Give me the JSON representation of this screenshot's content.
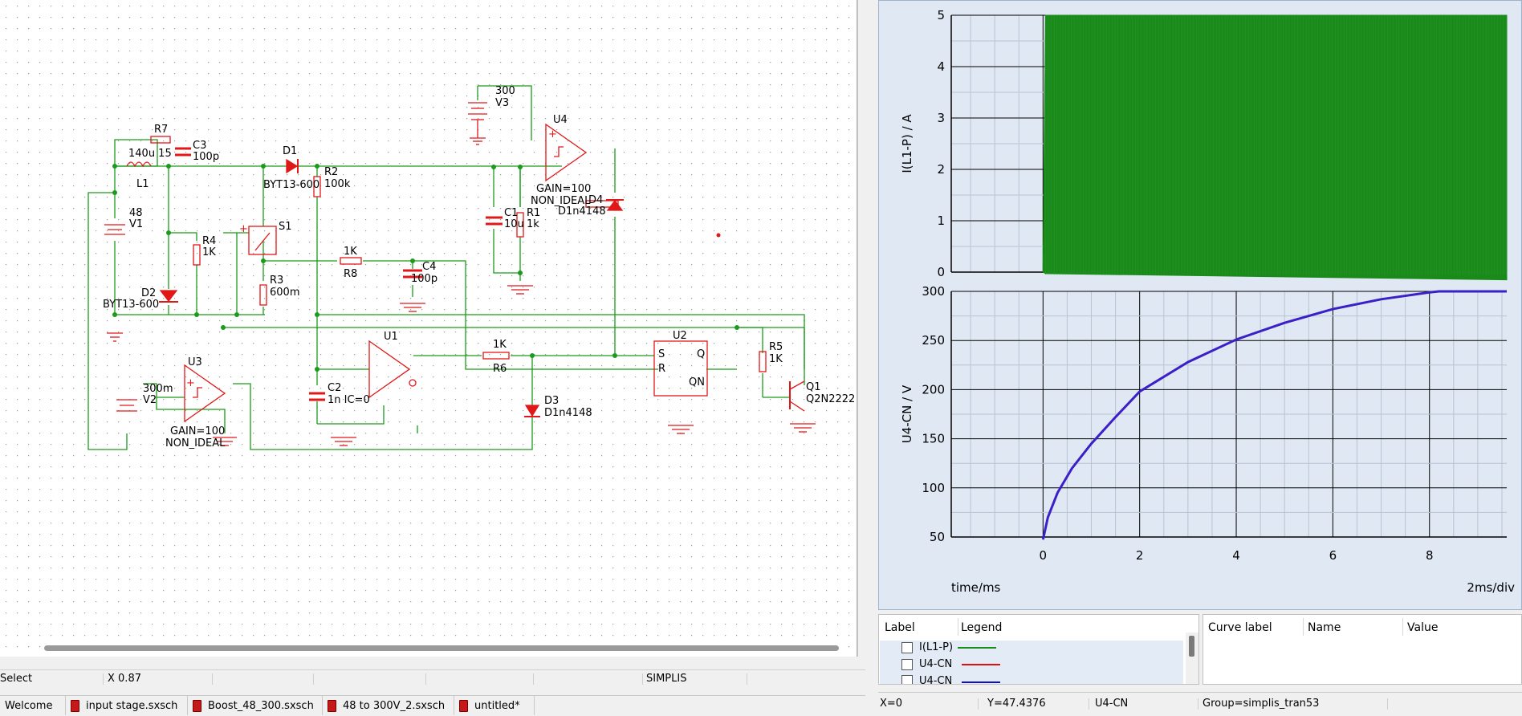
{
  "schematic": {
    "components": [
      {
        "ref": "R7",
        "value": ""
      },
      {
        "ref": "C3",
        "value": "100p"
      },
      {
        "ref": "L1",
        "value": "140u 15"
      },
      {
        "ref": "D1",
        "value": "BYT13-600"
      },
      {
        "ref": "R2",
        "value": "100k"
      },
      {
        "ref": "V3",
        "value": "300"
      },
      {
        "ref": "U4",
        "value": "GAIN=100",
        "value2": "NON_IDEAL"
      },
      {
        "ref": "D4",
        "value": "D1n4148"
      },
      {
        "ref": "C1",
        "value": "10u"
      },
      {
        "ref": "R1",
        "value": "1k"
      },
      {
        "ref": "V1",
        "value": "48"
      },
      {
        "ref": "S1",
        "value": ""
      },
      {
        "ref": "R4",
        "value": "1K"
      },
      {
        "ref": "R3",
        "value": "600m"
      },
      {
        "ref": "R8",
        "value": "1K"
      },
      {
        "ref": "C4",
        "value": "100p"
      },
      {
        "ref": "D2",
        "value": "BYT13-600"
      },
      {
        "ref": "U1",
        "value": ""
      },
      {
        "ref": "R6",
        "value": "1K"
      },
      {
        "ref": "U2",
        "value": ""
      },
      {
        "ref": "R5",
        "value": "1K"
      },
      {
        "ref": "Q1",
        "value": "Q2N2222"
      },
      {
        "ref": "U3",
        "value": "GAIN=100",
        "value2": "NON_IDEAL"
      },
      {
        "ref": "V2",
        "value": "300m"
      },
      {
        "ref": "C2",
        "value": "1n IC=0"
      },
      {
        "ref": "D3",
        "value": "D1n4148"
      }
    ],
    "pins": {
      "s": "S",
      "r": "R",
      "q": "Q",
      "qn": "QN",
      "plus": "+"
    }
  },
  "status_left": {
    "mode": "Select",
    "x_readout": "X 0.87",
    "simulator": "SIMPLIS"
  },
  "tabs": [
    {
      "label": "Welcome"
    },
    {
      "label": "input stage.sxsch"
    },
    {
      "label": "Boost_48_300.sxsch"
    },
    {
      "label": "48 to 300V_2.sxsch"
    },
    {
      "label": "untitled*"
    }
  ],
  "chart_data": [
    {
      "type": "area",
      "ylabel": "I(L1-P) / A",
      "xlim": [
        -1.9,
        9.6
      ],
      "ylim": [
        0,
        5
      ],
      "yticks": [
        "0",
        "1",
        "2",
        "3",
        "4",
        "5"
      ],
      "series": [
        {
          "name": "I(L1-P)",
          "color": "#1a8a1a",
          "x": [
            0,
            0.05,
            9.6
          ],
          "y_min": [
            0,
            -0.03,
            -0.15
          ],
          "y_max": [
            0,
            5,
            5
          ]
        }
      ]
    },
    {
      "type": "line",
      "ylabel": "U4-CN / V",
      "xlabel": "time/ms",
      "x_div": "2ms/div",
      "xlim": [
        -1.9,
        9.6
      ],
      "ylim": [
        50,
        300
      ],
      "xticks": [
        "0",
        "2",
        "4",
        "6",
        "8"
      ],
      "yticks": [
        "50",
        "100",
        "150",
        "200",
        "250",
        "300"
      ],
      "series": [
        {
          "name": "U4-CN",
          "color": "#3b20c8",
          "x": [
            0,
            0.1,
            0.3,
            0.6,
            1,
            1.5,
            2,
            3,
            4,
            5,
            6,
            7,
            8,
            8.2,
            9.6
          ],
          "y": [
            47.4,
            70,
            95,
            120,
            145,
            172,
            198,
            228,
            251,
            268,
            282,
            292,
            299,
            300,
            300
          ]
        }
      ]
    }
  ],
  "legend": {
    "col_label": "Label",
    "col_legend": "Legend",
    "rows": [
      {
        "label": "I(L1-P)",
        "color": "#1a8a1a"
      },
      {
        "label": "U4-CN",
        "color": "#e01010"
      },
      {
        "label": "U4-CN",
        "color": "#1010c0"
      }
    ]
  },
  "values_table": {
    "col_curve": "Curve label",
    "col_name": "Name",
    "col_value": "Value"
  },
  "status_right": {
    "x": "X=0",
    "y": "Y=47.4376",
    "curve": "U4-CN",
    "group": "Group=simplis_tran53"
  }
}
